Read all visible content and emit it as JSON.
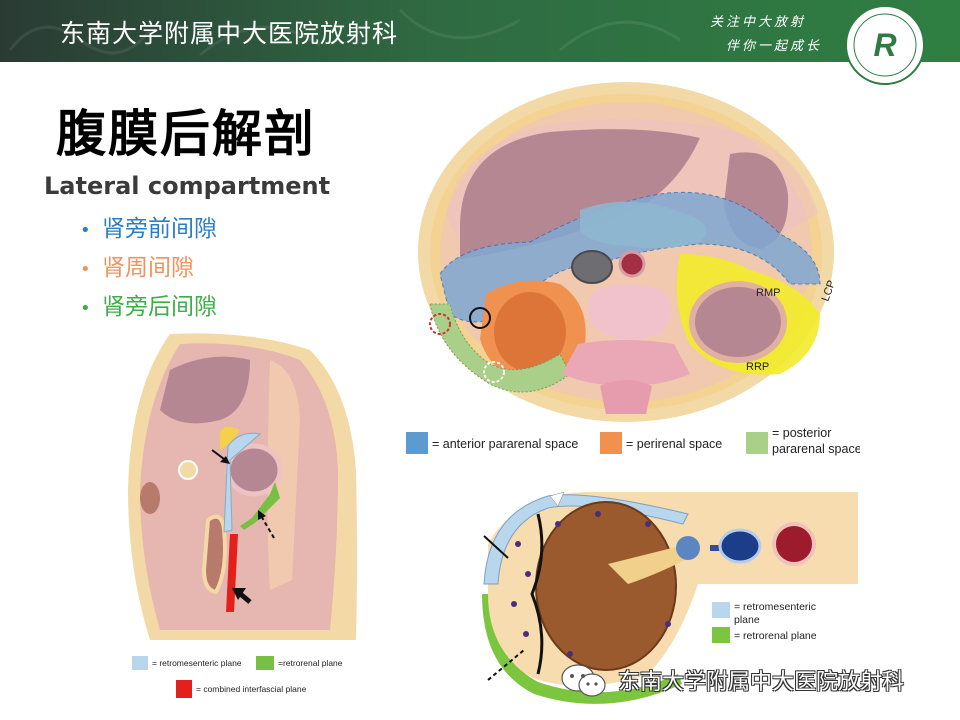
{
  "header": {
    "org_name": "东南大学附属中大医院放射科",
    "slogan_line1": "关注中大放射",
    "slogan_line2": "伴你一起成长",
    "logo_icon": "hospital-logo-icon",
    "logo_letter": "R"
  },
  "slide": {
    "title": "腹膜后解剖",
    "subtitle": "Lateral compartment",
    "bullets": [
      {
        "text": "肾旁前间隙",
        "color": "#2a7ec4"
      },
      {
        "text": "肾周间隙",
        "color": "#f0935c"
      },
      {
        "text": "肾旁后间隙",
        "color": "#3fae49"
      }
    ]
  },
  "figure_axial": {
    "labels": {
      "rmp": "RMP",
      "lcp": "LCP",
      "rrp": "RRP"
    },
    "legend": [
      {
        "text": "= anterior pararenal space",
        "color": "#5b9bd0"
      },
      {
        "text": "= perirenal space",
        "color": "#f0914f"
      },
      {
        "text_line1": "= posterior",
        "text_line2": "pararenal space",
        "color": "#a9cf88"
      }
    ]
  },
  "figure_sagittal": {
    "legend": [
      {
        "text": "= retromesenteric plane",
        "color": "#b8d6ec"
      },
      {
        "text": "=retrorenal plane",
        "color": "#78c043"
      },
      {
        "text": "= combined interfascial plane",
        "color": "#e3201b"
      }
    ]
  },
  "figure_kidney": {
    "legend": [
      {
        "text_line1": "= retromesenteric",
        "text_line2": "plane",
        "color": "#b8d6ec"
      },
      {
        "text": "= retrorenal plane",
        "color": "#7cc53f"
      }
    ]
  },
  "watermark": {
    "text": "东南大学附属中大医院放射科",
    "icon": "wechat-icon"
  }
}
